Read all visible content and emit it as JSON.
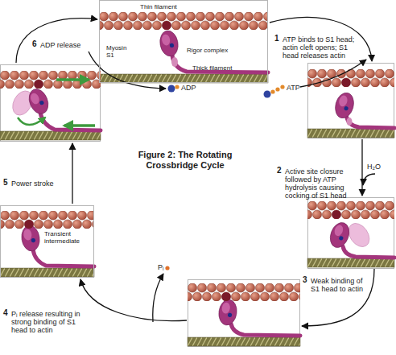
{
  "diagram": {
    "title": "Figure 2: The Rotating Crossbridge Cycle",
    "nodes": [
      {
        "text": [
          "Thin filament",
          "Myosin S1",
          "Rigor complex",
          "Thick filament"
        ]
      },
      {
        "text": [
          "Transient intermediate"
        ]
      }
    ],
    "labels": [
      "1",
      "ATP binds to S1 head; actin cleft opens; S1 head releases actin",
      "ATP",
      "2",
      "Active site closure followed by ATP hydrolysis causing cocking of S1 head",
      "H₂O",
      "3",
      "Weak binding of S1 head to actin",
      "4",
      "Pᵢ release resulting in strong binding of S1 head to actin",
      "Pᵢ",
      "5",
      "Power stroke",
      "6",
      "ADP release",
      "ADP"
    ]
  }
}
